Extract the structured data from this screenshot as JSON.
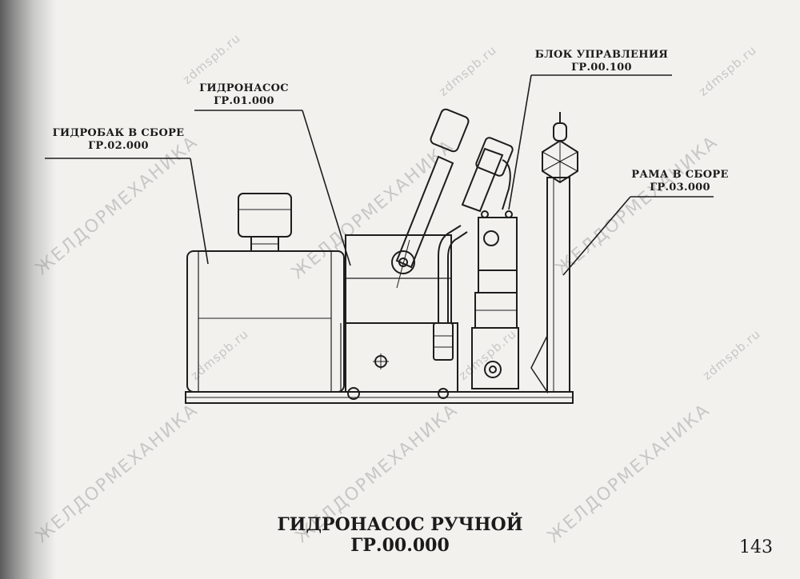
{
  "labels": {
    "tank": {
      "name": "ГИДРОБАК В СБОРЕ",
      "code": "ГР.02.000"
    },
    "pump": {
      "name": "ГИДРОНАСОС",
      "code": "ГР.01.000"
    },
    "control": {
      "name": "БЛОК УПРАВЛЕНИЯ",
      "code": "ГР.00.100"
    },
    "frame": {
      "name": "РАМА В СБОРЕ",
      "code": "ГР.03.000"
    }
  },
  "title": {
    "line1": "ГИДРОНАСОС РУЧНОЙ",
    "line2": "ГР.00.000"
  },
  "page_number": "143",
  "watermarks": {
    "brand": "ЖЕЛДОРМЕХАНИКА",
    "site": "zdmspb.ru"
  }
}
